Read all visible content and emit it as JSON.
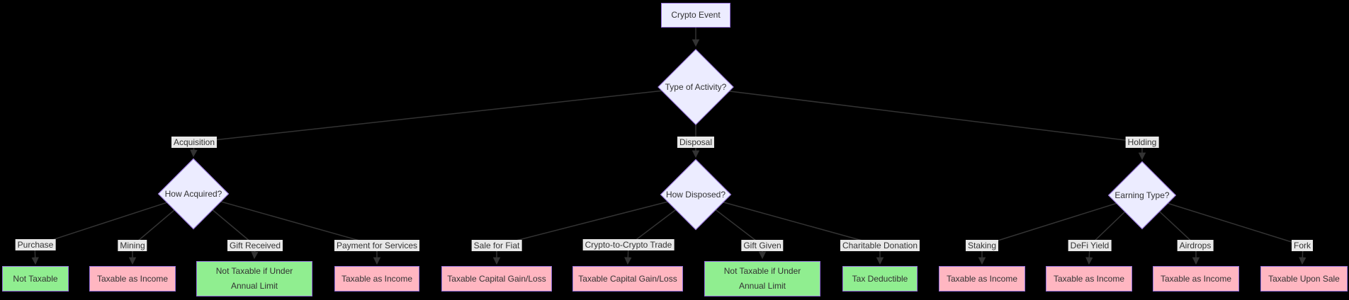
{
  "diagram": {
    "title_node": "Crypto Event",
    "root_question": "Type of Activity?",
    "branches": [
      {
        "edge_label": "Acquisition",
        "question": "How Acquired?",
        "children": [
          {
            "edge_label": "Purchase",
            "outcome": "Not Taxable",
            "kind": "green"
          },
          {
            "edge_label": "Mining",
            "outcome": "Taxable as Income",
            "kind": "pink"
          },
          {
            "edge_label": "Gift Received",
            "outcome": "Not Taxable if Under Annual Limit",
            "kind": "green"
          },
          {
            "edge_label": "Payment for Services",
            "outcome": "Taxable as Income",
            "kind": "pink"
          }
        ]
      },
      {
        "edge_label": "Disposal",
        "question": "How Disposed?",
        "children": [
          {
            "edge_label": "Sale for Fiat",
            "outcome": "Taxable Capital Gain/Loss",
            "kind": "pink"
          },
          {
            "edge_label": "Crypto-to-Crypto Trade",
            "outcome": "Taxable Capital Gain/Loss",
            "kind": "pink"
          },
          {
            "edge_label": "Gift Given",
            "outcome": "Not Taxable if Under Annual Limit",
            "kind": "green"
          },
          {
            "edge_label": "Charitable Donation",
            "outcome": "Tax Deductible",
            "kind": "green"
          }
        ]
      },
      {
        "edge_label": "Holding",
        "question": "Earning Type?",
        "children": [
          {
            "edge_label": "Staking",
            "outcome": "Taxable as Income",
            "kind": "pink"
          },
          {
            "edge_label": "DeFi Yield",
            "outcome": "Taxable as Income",
            "kind": "pink"
          },
          {
            "edge_label": "Airdrops",
            "outcome": "Taxable as Income",
            "kind": "pink"
          },
          {
            "edge_label": "Fork",
            "outcome": "Taxable Upon Sale",
            "kind": "pink"
          }
        ]
      }
    ],
    "colors": {
      "background": "#000000",
      "node_fill": "#ECECFF",
      "node_border": "#9370DB",
      "outcome_not_taxable": "#90EE90",
      "outcome_taxable": "#FFB6C1",
      "edge_label_bg": "#E8E8E8",
      "edge_line": "#333333",
      "text": "#333333"
    }
  }
}
